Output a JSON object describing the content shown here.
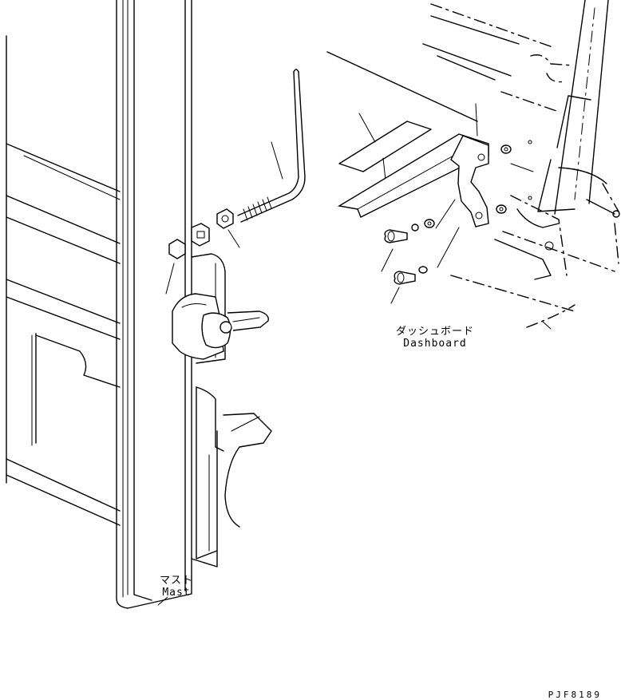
{
  "labels": {
    "dashboard": {
      "jp": "ダッシュボード",
      "en": "Dashboard"
    },
    "mast": {
      "jp": "マスト",
      "en": "Mast"
    }
  },
  "drawing_code": "PJF8189",
  "colors": {
    "line": "#000000",
    "background": "#ffffff"
  }
}
